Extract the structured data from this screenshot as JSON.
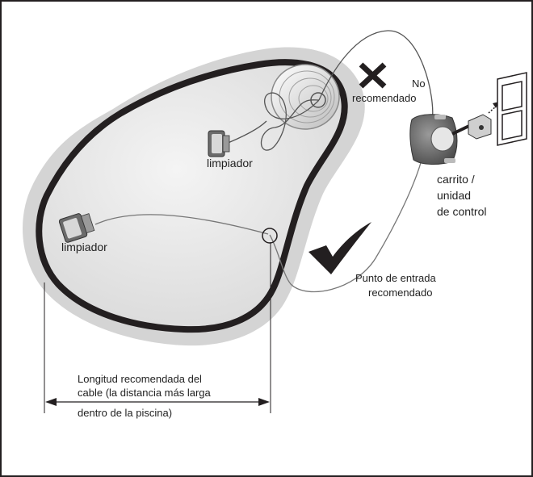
{
  "labels": {
    "cleaner_top": "limpiador",
    "cleaner_left": "limpiador",
    "not_recommended": [
      "No",
      "recomendado"
    ],
    "cart": [
      "carrito /",
      "unidad",
      "de control"
    ],
    "entry_point": [
      "Punto de entrada",
      "recomendado"
    ],
    "cable_length": [
      "Longitud recomendada del",
      "cable (la distancia más larga",
      "dentro de la piscina)"
    ]
  },
  "colors": {
    "frame": "#231f20",
    "pool_rim": "#231f20",
    "pool_shadow": "#cfcfcf",
    "pool_inner": "#eeeeee",
    "cable": "#666666",
    "mark": "#231f20"
  },
  "icons": [
    "x-mark-icon",
    "check-mark-icon",
    "power-outlet-icon",
    "plug-icon",
    "control-cart-icon",
    "cleaner-icon",
    "main-drain-icon"
  ]
}
